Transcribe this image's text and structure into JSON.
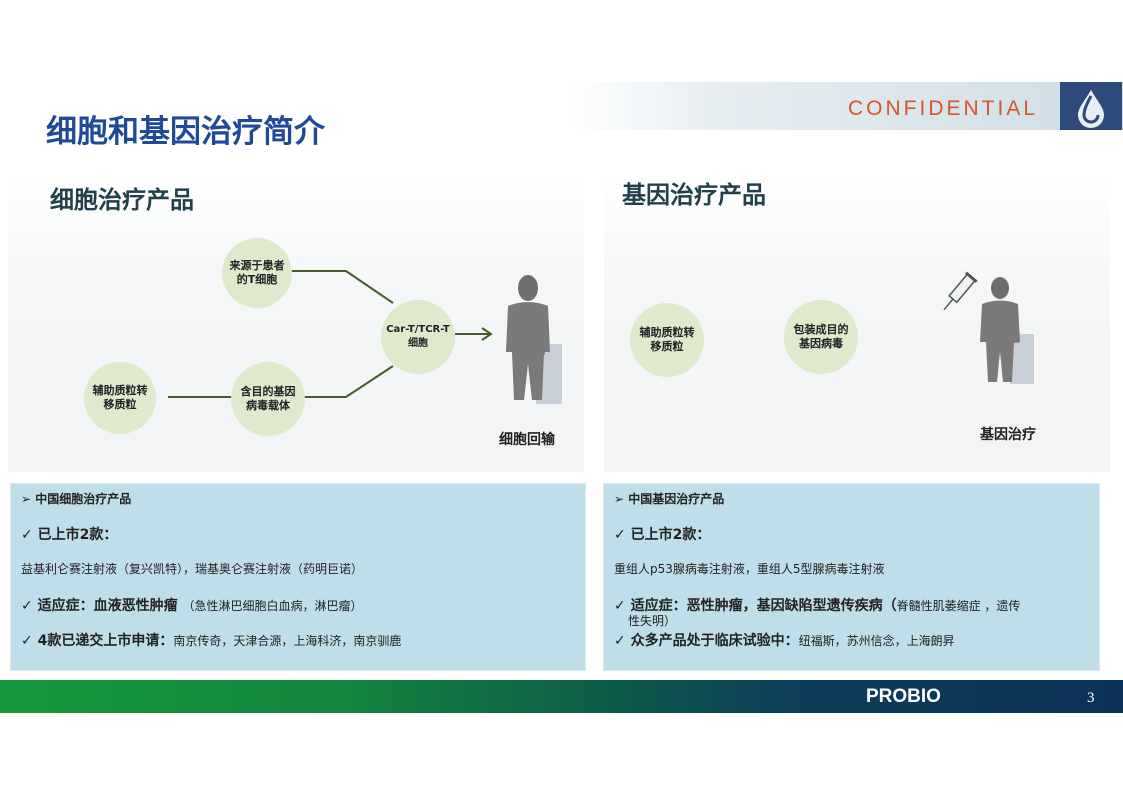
{
  "header": {
    "confidential": "CONFIDENTIAL",
    "title": "细胞和基因治疗简介"
  },
  "cell_therapy": {
    "title": "细胞治疗产品",
    "nodes": {
      "patient_t": "来源于患者的T细胞",
      "plasmid": "辅助质粒转移质粒",
      "vector": "含目的基因病毒载体",
      "car_t": "Car-T/TCR-T细胞"
    },
    "caption": "细胞回输",
    "info": {
      "heading": "中国细胞治疗产品",
      "listed_label": "已上市2款：",
      "listed_products": "益基利仑赛注射液（复兴凯特），瑞基奥仑赛注射液（药明巨诺）",
      "indication_label": "适应症：血液恶性肿瘤",
      "indication_detail": "（急性淋巴细胞白血病，淋巴瘤）",
      "submitted_label": "4款已递交上市申请：",
      "submitted_companies": "南京传奇，天津合源，上海科济，南京驯鹿"
    }
  },
  "gene_therapy": {
    "title": "基因治疗产品",
    "nodes": {
      "plasmid": "辅助质粒转移质粒",
      "packaged": "包装成目的基因病毒"
    },
    "caption": "基因治疗",
    "info": {
      "heading": "中国基因治疗产品",
      "listed_label": "已上市2款：",
      "listed_products": "重组人p53腺病毒注射液，重组人5型腺病毒注射液",
      "indication_label": "适应症：恶性肿瘤，基因缺陷型遗传疾病（",
      "indication_detail_1": "脊髓性肌萎缩症 ，遗传",
      "indication_detail_2": "性失明）",
      "trials_label": "众多产品处于临床试验中：",
      "trials_companies": "纽福斯，苏州信念，上海朗昇"
    }
  },
  "footer": {
    "brand": "PROBIO",
    "page_number": "3"
  },
  "icons": {
    "arrow": "triangle-bullet",
    "check": "check-mark",
    "silhouette": "person-silhouette",
    "syringe": "syringe-icon"
  },
  "colors": {
    "title_blue": "#1e4a99",
    "confidential_orange": "#d9542b",
    "node_green": "#dfe9cc",
    "info_blue": "#bfdee9",
    "line_olive": "#4a5a2a"
  }
}
